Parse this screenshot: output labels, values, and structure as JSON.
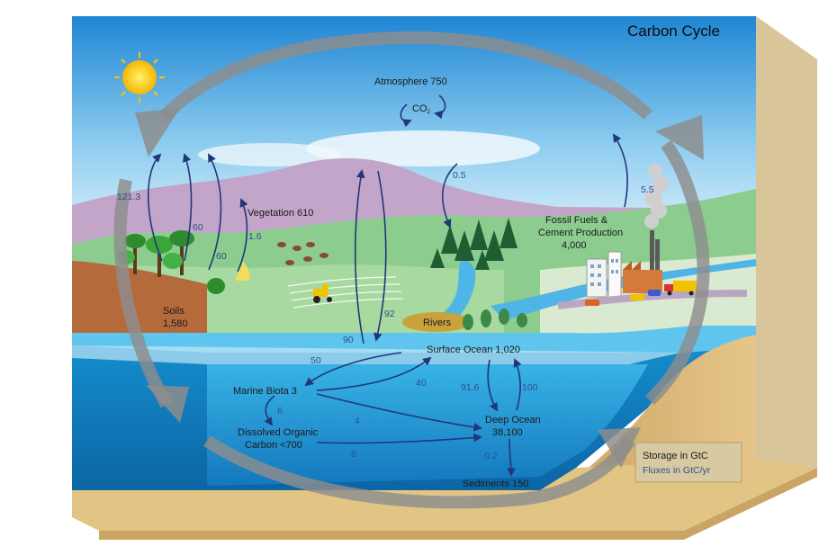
{
  "title": "Carbon Cycle",
  "reservoirs": {
    "atmosphere": "Atmosphere 750",
    "co2": "CO",
    "co2_sub": "2",
    "vegetation": "Vegetation 610",
    "soils_name": "Soils",
    "soils_value": "1,580",
    "fossil_1": "Fossil Fuels &",
    "fossil_2": "Cement Production",
    "fossil_3": "4,000",
    "rivers": "Rivers",
    "surface_ocean": "Surface Ocean 1,020",
    "marine_biota": "Marine Biota 3",
    "doc_1": "Dissolved Organic",
    "doc_2": "Carbon <700",
    "deep_ocean_1": "Deep Ocean",
    "deep_ocean_2": "38,100",
    "sediments": "Sediments 150"
  },
  "fluxes": {
    "f121": "121.3",
    "f60a": "60",
    "f60b": "60",
    "f1_6": "1.6",
    "f0_5": "0.5",
    "f5_5": "5.5",
    "f92": "92",
    "f90": "90",
    "f50": "50",
    "f40": "40",
    "f91_6": "91.6",
    "f100": "100",
    "f6a": "6",
    "f4": "4",
    "f6b": "6",
    "f0_2": "0.2"
  },
  "legend": {
    "storage": "Storage in GtC",
    "fluxes": "Fluxes in GtC/yr"
  },
  "colors": {
    "sky_top": "#1f8ad6",
    "ocean": "#1e9bd6",
    "deep_ocean": "#1680c2",
    "cycle_arrow": "#8d8d8d",
    "flux_arrow": "#22367a"
  },
  "icons": [
    "sun-icon",
    "cycle-arrow-icon",
    "flux-arrow-icon",
    "tractor-icon",
    "factory-icon",
    "tree-icon",
    "truck-icon",
    "car-icon"
  ]
}
